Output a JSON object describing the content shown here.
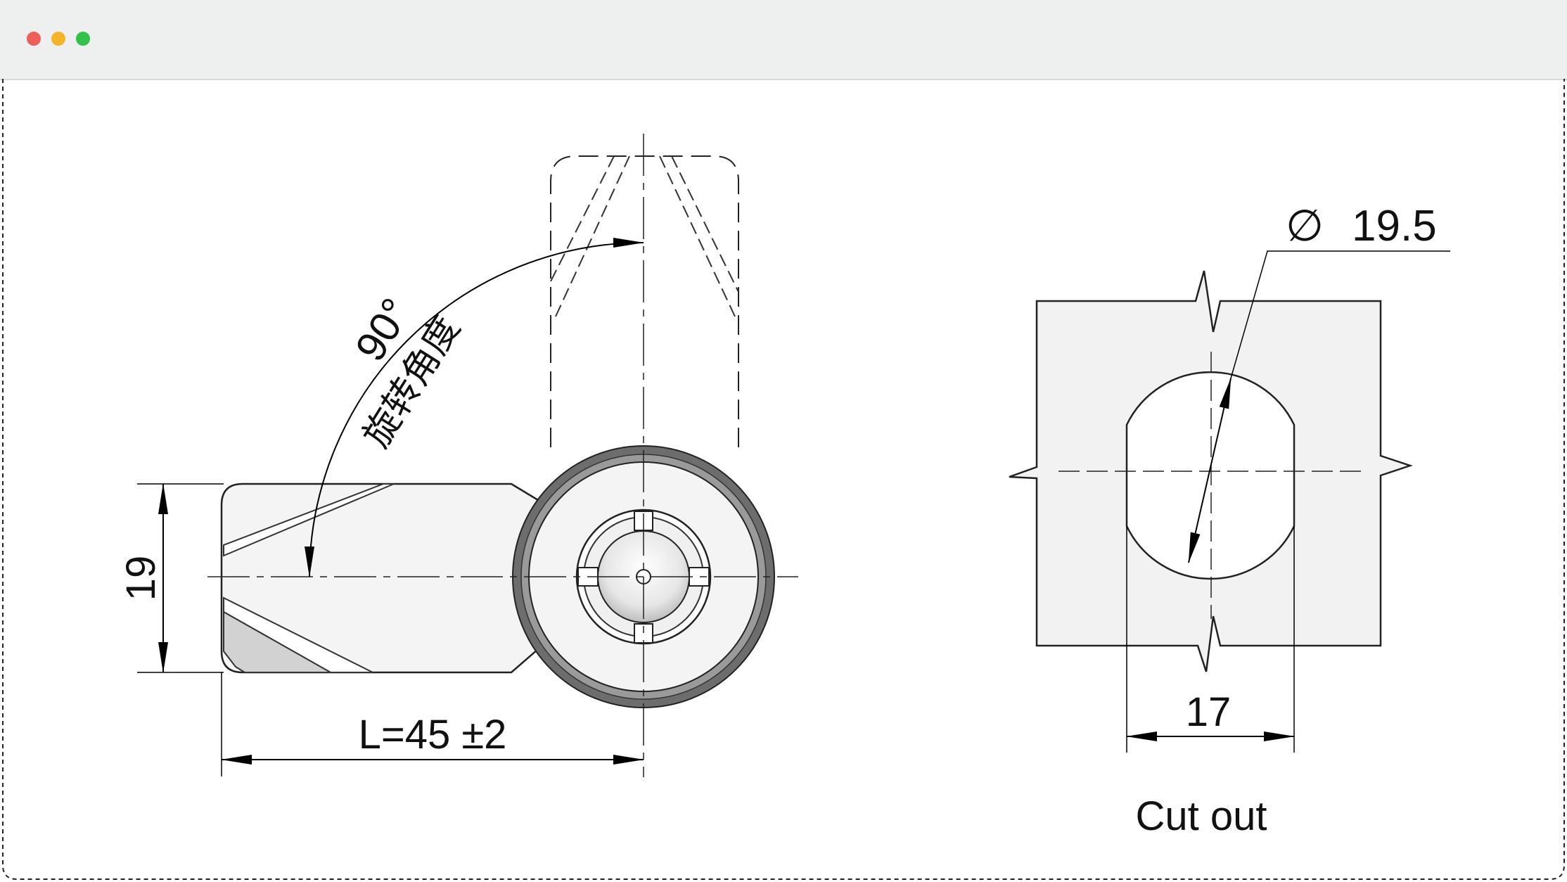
{
  "window": {
    "controls": [
      "close",
      "minimize",
      "zoom"
    ],
    "colors": {
      "close": "#ee5f57",
      "minimize": "#f5b428",
      "zoom": "#33c247"
    }
  },
  "drawing": {
    "angle_label": "90°",
    "angle_caption": "旋转角度",
    "height_label": "19",
    "length_label": "L=45 ±2",
    "diameter_symbol": "∅",
    "diameter_value": "19.5",
    "cutout_width_label": "17",
    "cutout_title": "Cut out"
  }
}
